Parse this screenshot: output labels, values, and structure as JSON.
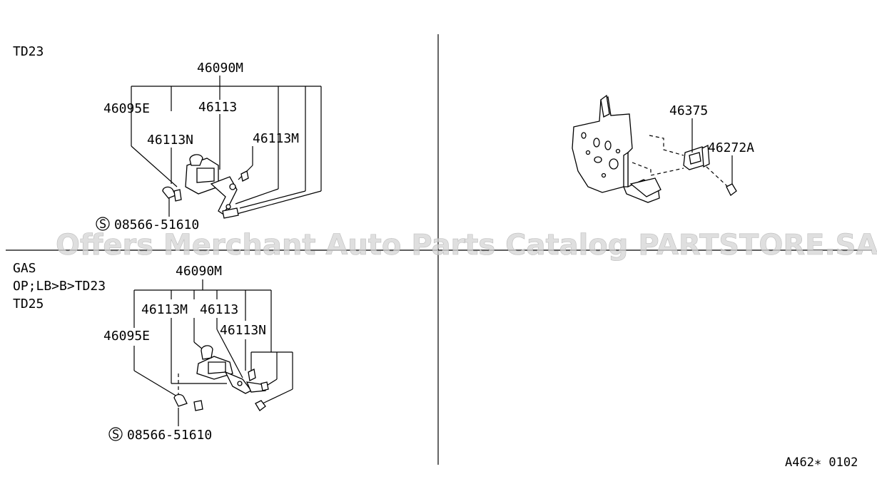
{
  "diagram": {
    "panel_tl": {
      "variant": "TD23",
      "labels": {
        "assy": "46090M",
        "p46095e": "46095E",
        "p46113": "46113",
        "p46113n": "46113N",
        "p46113m": "46113M",
        "screw": "08566-51610"
      }
    },
    "panel_tr": {
      "labels": {
        "p46375": "46375",
        "p46272a": "46272A"
      }
    },
    "panel_bl": {
      "variant_line1": "GAS",
      "variant_line2": "OP;LB>B>TD23",
      "variant_line3": "TD25",
      "labels": {
        "assy": "46090M",
        "p46113m": "46113M",
        "p46113": "46113",
        "p46113n": "46113N",
        "p46095e": "46095E",
        "screw": "08566-51610"
      }
    },
    "screw_symbol": "S",
    "watermark": "Offers Merchant Auto Parts Catalog PARTSTORE.SA",
    "code": "A462∗ 0102"
  }
}
